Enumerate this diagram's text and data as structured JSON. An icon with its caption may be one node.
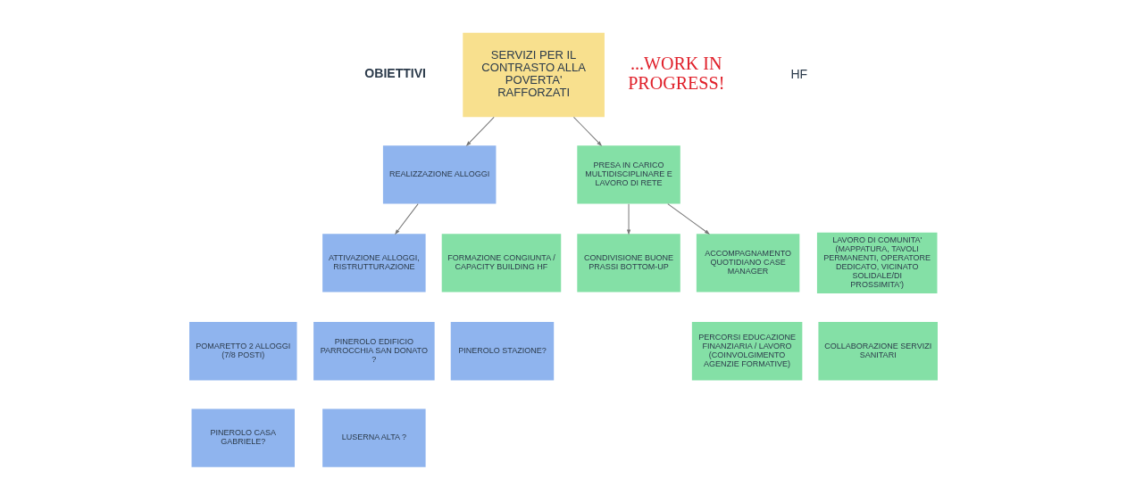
{
  "diagram": {
    "nodes": [
      {
        "text": [
          "SERVIZI PER IL CONTRASTO ALLA POVERTA' RAFFORZATI"
        ]
      },
      {
        "text": [
          "REALIZZAZIONE ALLOGGI"
        ]
      },
      {
        "text": [
          "PRESA IN CARICO MULTIDISCIPLINARE E LAVORO DI RETE"
        ]
      },
      {
        "text": [
          "ATTIVAZIONE ALLOGGI, RISTRUTTURAZIONE"
        ]
      },
      {
        "text": [
          "POMARETTO 2 ALLOGGI (7/8 POSTI)"
        ]
      },
      {
        "text": [
          "PINEROLO EDIFICIO PARROCCHIA SAN DONATO ?"
        ]
      },
      {
        "text": [
          "PINEROLO STAZIONE?"
        ]
      },
      {
        "text": [
          "PINEROLO CASA GABRIELE?"
        ]
      },
      {
        "text": [
          "LUSERNA ALTA ?"
        ]
      },
      {
        "text": [
          "FORMAZIONE CONGIUNTA / CAPACITY BUILDING HF"
        ]
      },
      {
        "text": [
          "CONDIVISIONE BUONE PRASSI BOTTOM-UP"
        ]
      },
      {
        "text": [
          "ACCOMPAGNAMENTO QUOTIDIANO CASE MANAGER"
        ]
      },
      {
        "text": [
          "LAVORO DI COMUNITA' (MAPPATURA, TAVOLI PERMANENTI, OPERATORE DEDICATO, VICINATO SOLIDALE/DI PROSSIMITA')"
        ]
      },
      {
        "text": [
          "PERCORSI EDUCAZIONE FINANZIARIA / LAVORO (COINVOLGIMENTO AGENZIE FORMATIVE)"
        ]
      },
      {
        "text": [
          "COLLABORAZIONE SERVIZI SANITARI"
        ]
      }
    ],
    "edges": [
      {
        "from": 0,
        "to": 1,
        "arrow": "to"
      },
      {
        "from": 0,
        "to": 2,
        "arrow": "to"
      },
      {
        "from": 1,
        "to": 3,
        "arrow": "to"
      },
      {
        "from": 2,
        "to": 10,
        "arrow": "to"
      },
      {
        "from": 2,
        "to": 11,
        "arrow": "to"
      }
    ],
    "labels": [
      "OBIETTIVI",
      "HF",
      "...WORK IN PROGRESS!"
    ]
  }
}
